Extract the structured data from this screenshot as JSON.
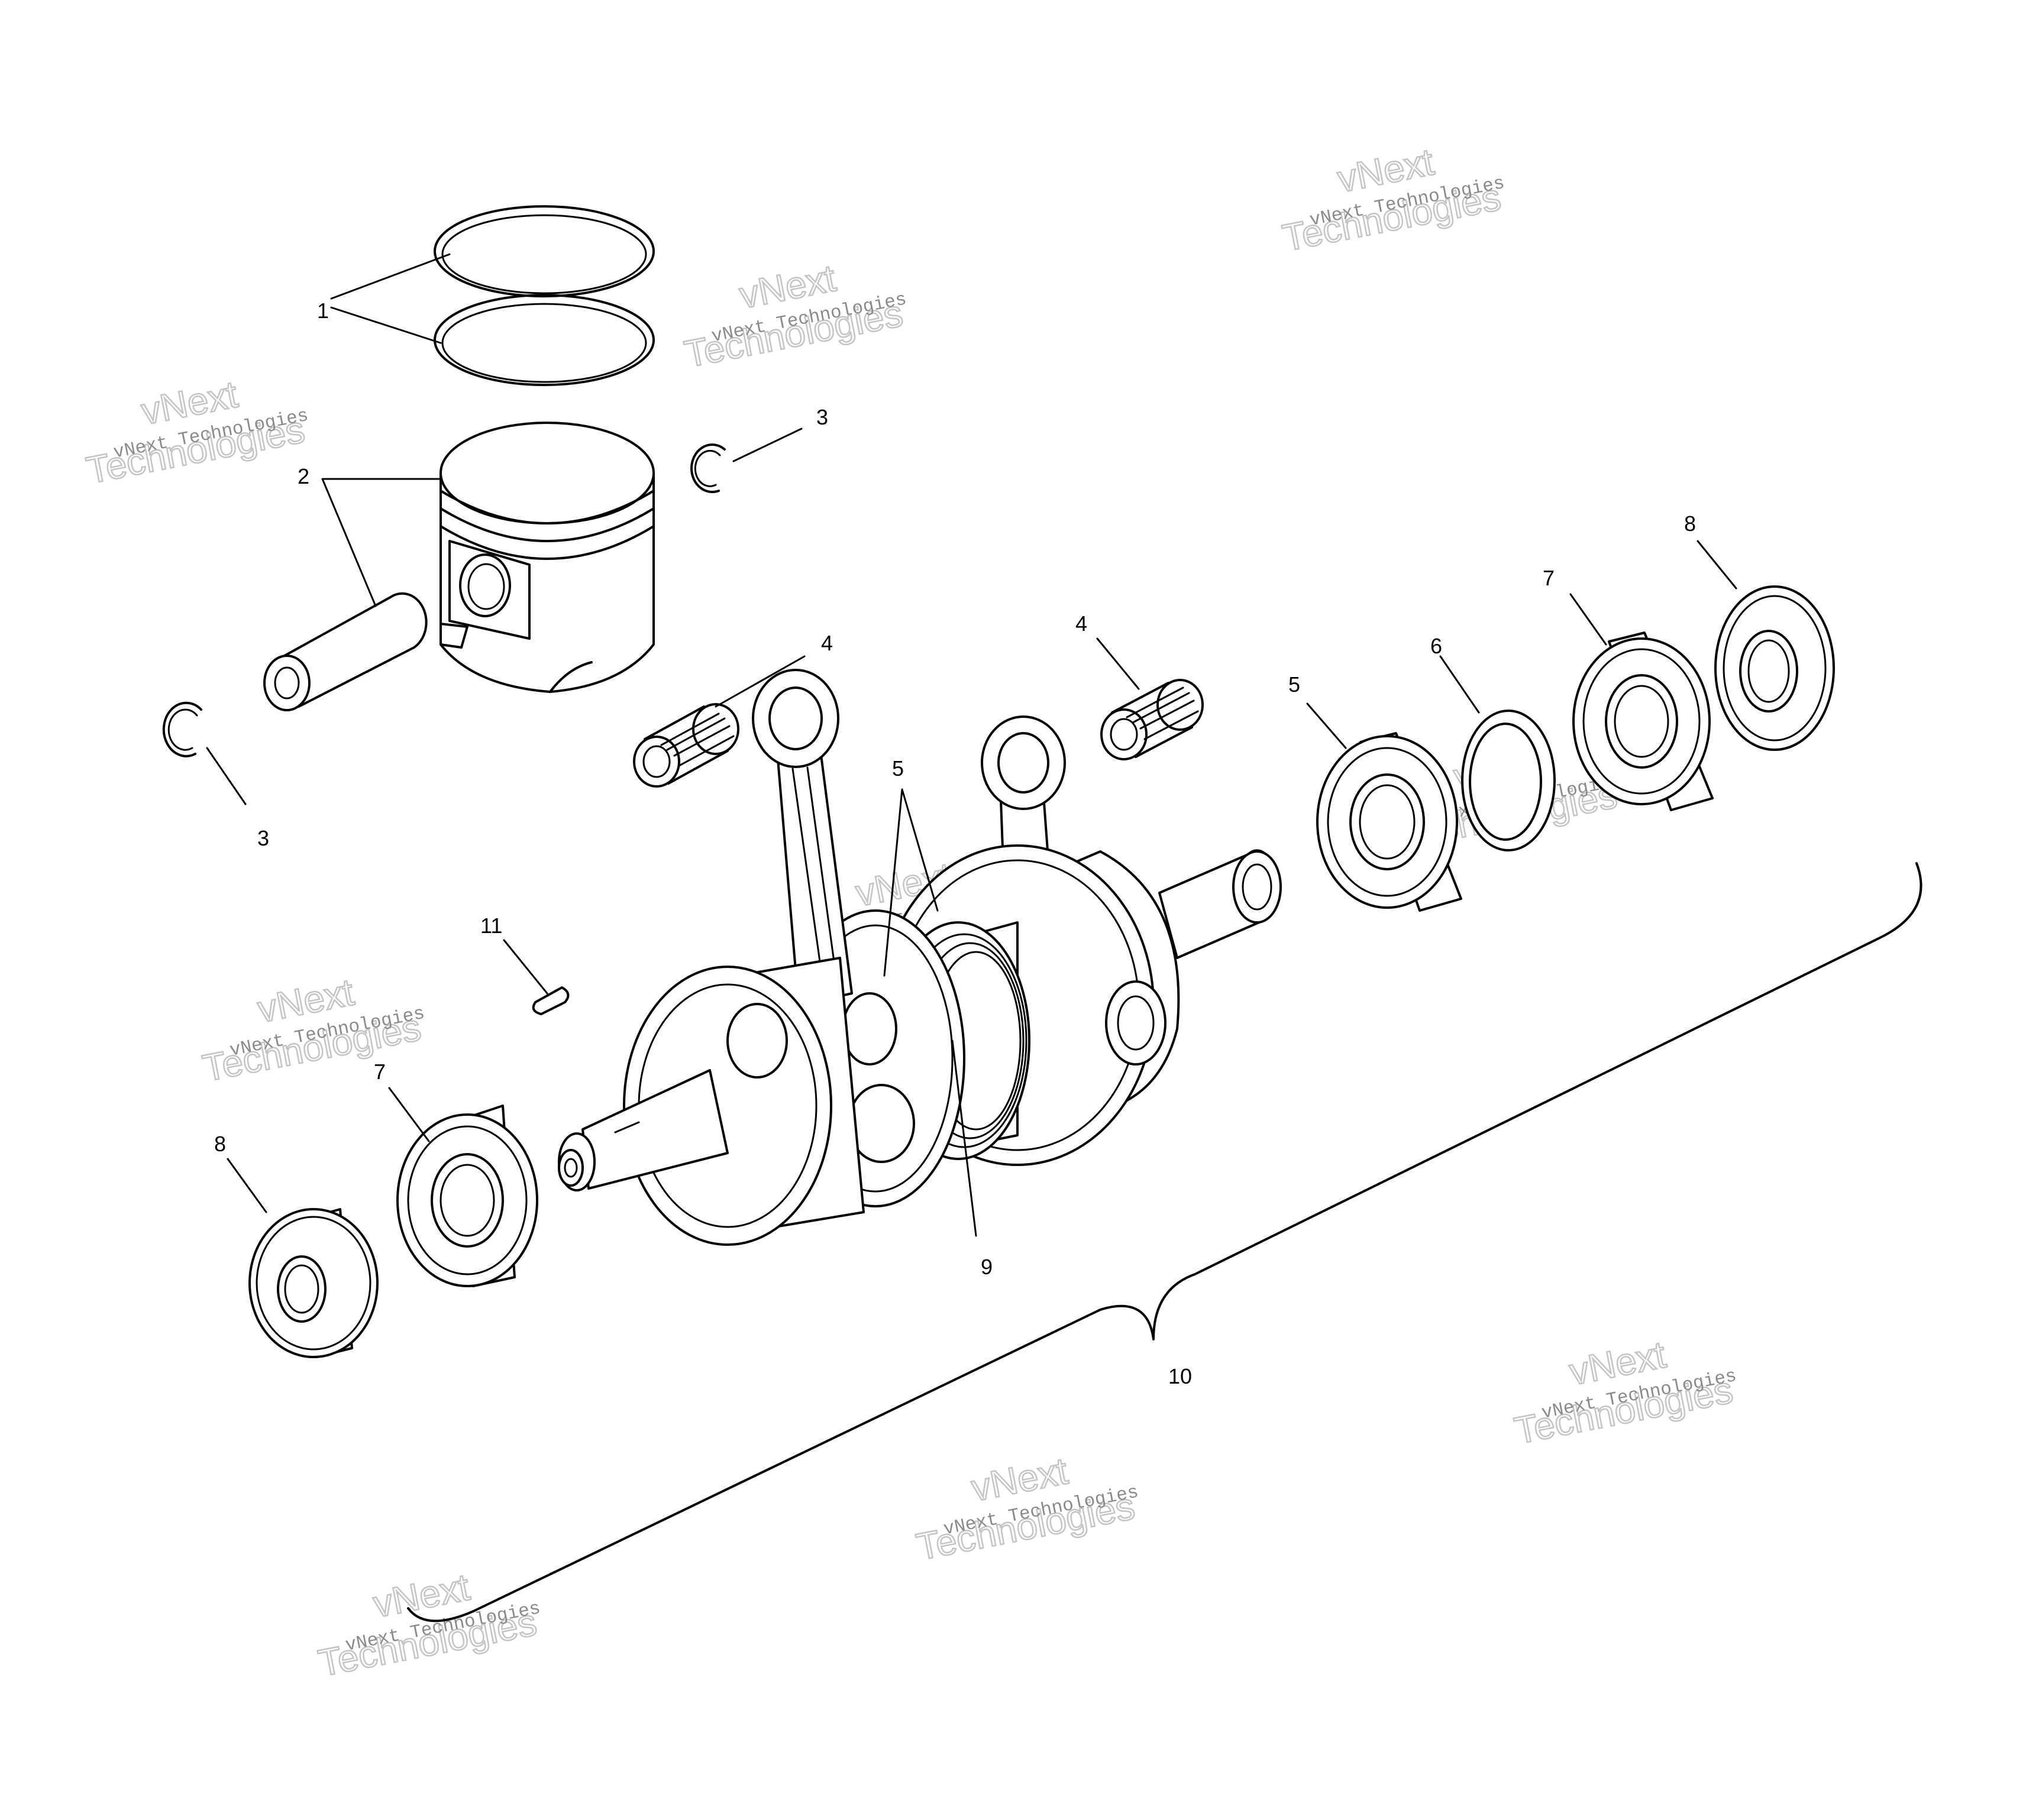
{
  "callouts": [
    {
      "id": "c1",
      "text": "1"
    },
    {
      "id": "c2",
      "text": "2"
    },
    {
      "id": "c3a",
      "text": "3"
    },
    {
      "id": "c3b",
      "text": "3"
    },
    {
      "id": "c4a",
      "text": "4"
    },
    {
      "id": "c4b",
      "text": "4"
    },
    {
      "id": "c5a",
      "text": "5"
    },
    {
      "id": "c5b",
      "text": "5"
    },
    {
      "id": "c6",
      "text": "6"
    },
    {
      "id": "c7a",
      "text": "7"
    },
    {
      "id": "c7b",
      "text": "7"
    },
    {
      "id": "c8a",
      "text": "8"
    },
    {
      "id": "c8b",
      "text": "8"
    },
    {
      "id": "c9",
      "text": "9"
    },
    {
      "id": "c10",
      "text": "10"
    },
    {
      "id": "c11",
      "text": "11"
    }
  ],
  "watermark": {
    "line1": "vNext Technologies",
    "line2a": "vNext",
    "line2b": "Technologies"
  }
}
